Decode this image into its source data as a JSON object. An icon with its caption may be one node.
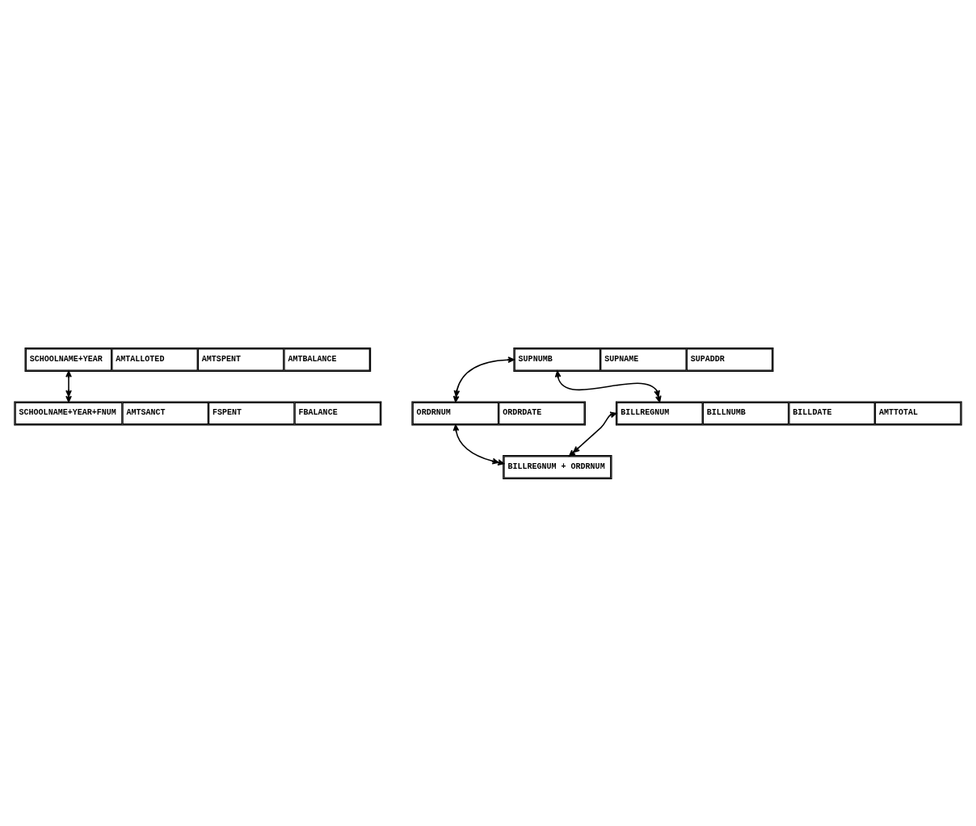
{
  "diagram": {
    "nodes": [
      {
        "text": [
          "SCHOOLNAME+YEAR",
          "AMTALLOTED",
          "AMTSPENT",
          "AMTBALANCE"
        ]
      },
      {
        "text": [
          "SCHOOLNAME+YEAR+FNUM",
          "AMTSANCT",
          "FSPENT",
          "FBALANCE"
        ]
      },
      {
        "text": [
          "SUPNUMB",
          "SUPNAME",
          "SUPADDR"
        ]
      },
      {
        "text": [
          "ORDRNUM",
          "ORDRDATE"
        ]
      },
      {
        "text": [
          "BILLREGNUM",
          "BILLNUMB",
          "BILLDATE",
          "AMTTOTAL"
        ]
      },
      {
        "text": [
          "BILLREGNUM + ORDRNUM"
        ]
      }
    ],
    "edges": [
      {
        "from": 0,
        "to": 1,
        "arrow": "both"
      },
      {
        "from": 2,
        "to": 3,
        "arrow": "both"
      },
      {
        "from": 4,
        "to": 5,
        "arrow": "both"
      },
      {
        "from": 2,
        "to": 4,
        "arrow": "both"
      },
      {
        "from": 3,
        "to": 5,
        "arrow": "both"
      }
    ]
  }
}
